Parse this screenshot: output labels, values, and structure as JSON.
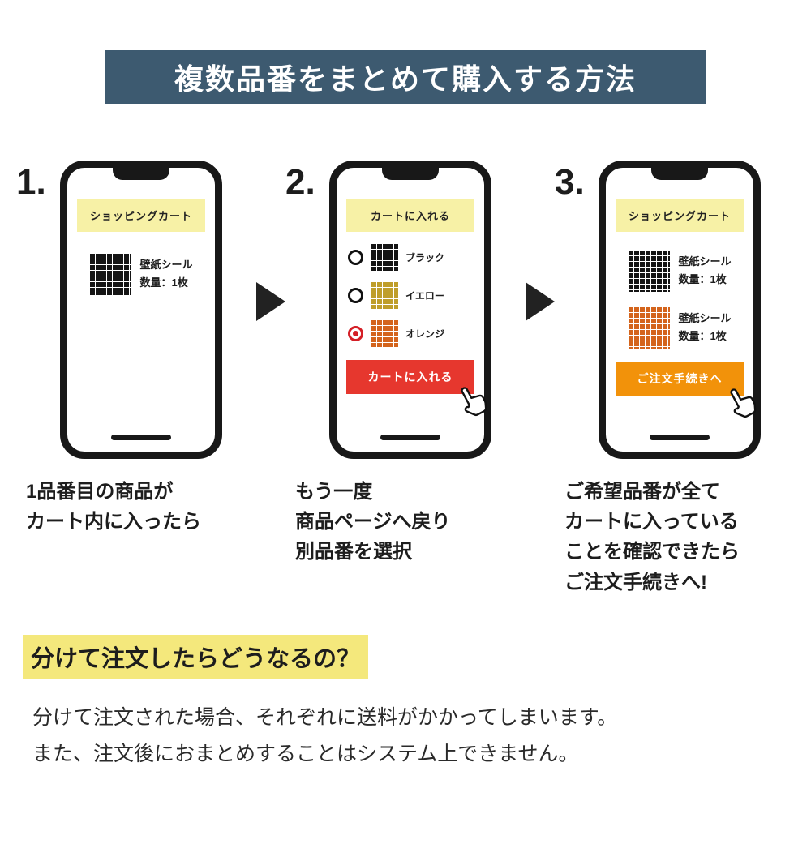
{
  "colors": {
    "header_bg": "#3d5a70",
    "banner_yellow": "#f7f1a6",
    "button_red": "#e6372e",
    "button_orange": "#f2920a",
    "highlight_yellow": "#f4e87c",
    "swatch_black": "#141414",
    "swatch_yellow": "#bf9e2a",
    "swatch_orange": "#d4641c",
    "radio_selected_red": "#d41f26"
  },
  "header": {
    "title": "複数品番をまとめて購入する方法"
  },
  "steps": [
    {
      "number": "1.",
      "phone": {
        "banner": "ショッピングカート",
        "items": [
          {
            "swatch": "black-grid",
            "name": "壁紙シール",
            "qty": "数量：1枚"
          }
        ]
      },
      "caption": "1品番目の商品が\nカート内に入ったら"
    },
    {
      "number": "2.",
      "phone": {
        "banner": "カートに入れる",
        "options": [
          {
            "swatch": "black-grid",
            "label": "ブラック",
            "selected": false
          },
          {
            "swatch": "yellow-grid",
            "label": "イエロー",
            "selected": false
          },
          {
            "swatch": "orange-grid",
            "label": "オレンジ",
            "selected": true
          }
        ],
        "button_label": "カートに入れる"
      },
      "caption": "もう一度\n商品ページへ戻り\n別品番を選択"
    },
    {
      "number": "3.",
      "phone": {
        "banner": "ショッピングカート",
        "items": [
          {
            "swatch": "black-grid",
            "name": "壁紙シール",
            "qty": "数量：1枚"
          },
          {
            "swatch": "orange-grid",
            "name": "壁紙シール",
            "qty": "数量：1枚"
          }
        ],
        "button_label": "ご注文手続きへ"
      },
      "caption": "ご希望品番が全て\nカートに入っている\nことを確認できたら\nご注文手続きへ!"
    }
  ],
  "note": {
    "heading": "分けて注文したらどうなるの？",
    "body_lines": [
      "分けて注文された場合、それぞれに送料がかかってしまいます。",
      "また、注文後におまとめすることはシステム上できません。"
    ]
  }
}
